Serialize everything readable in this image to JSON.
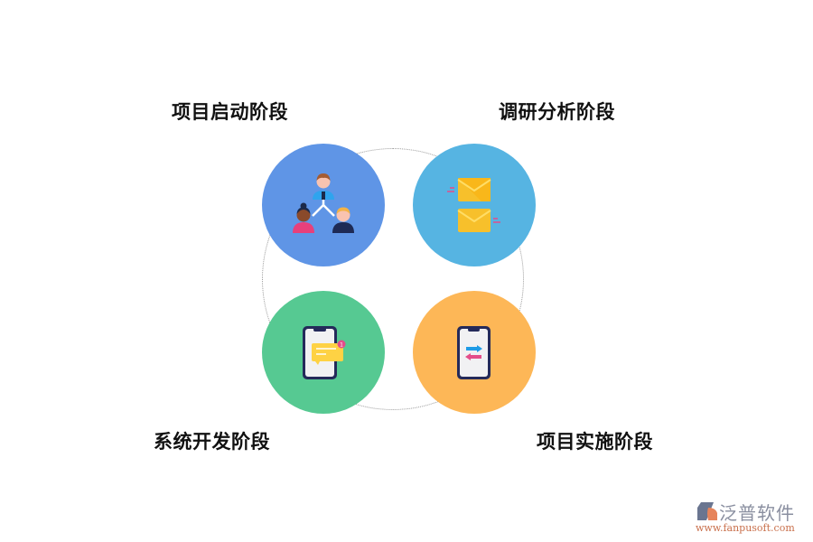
{
  "diagram": {
    "ring": {
      "style": "dotted",
      "color": "#9a9a9a"
    },
    "stages": [
      {
        "label": "项目启动阶段",
        "icon": "team-hierarchy-icon",
        "color": "#5f95e6"
      },
      {
        "label": "调研分析阶段",
        "icon": "envelopes-icon",
        "color": "#56b4e2"
      },
      {
        "label": "系统开发阶段",
        "icon": "phone-message-icon",
        "color": "#56c992"
      },
      {
        "label": "项目实施阶段",
        "icon": "phone-transfer-icon",
        "color": "#fdb757"
      }
    ]
  },
  "logo": {
    "icon": "fanpu-logo-icon",
    "title": "泛普软件",
    "url": "www.fanpusoft.com"
  }
}
